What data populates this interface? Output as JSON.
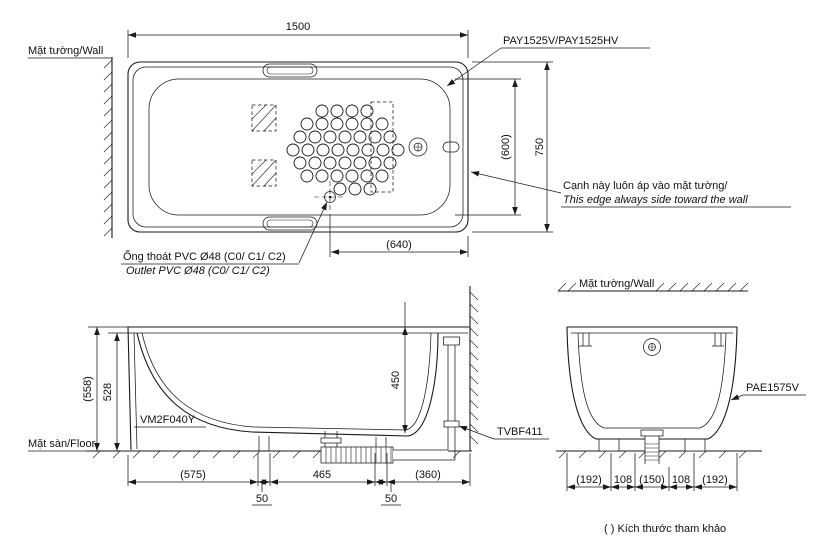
{
  "top_view": {
    "wall_label": "Mặt tường/Wall",
    "model_label": "PAY1525V/PAY1525HV",
    "dim_width": "1500",
    "dim_height_outer": "750",
    "dim_height_inner": "(600)",
    "dim_drain_to_edge": "(640)",
    "edge_note_vi": "Cạnh này luôn áp vào mặt tường/",
    "edge_note_en": "This edge always side toward the wall",
    "outlet_note_vi": "Ống thoát PVC Ø48 (C0/ C1/ C2)",
    "outlet_note_en": "Outlet PVC Ø48 (C0/ C1/ C2)"
  },
  "side_view": {
    "floor_label": "Mặt sàn/Floor",
    "dim_total_height": "(558)",
    "dim_rim_height": "528",
    "dim_depth": "450",
    "apron_label": "VM2F040Y",
    "waste_label": "TVBF411",
    "bottom_dims": [
      "(575)",
      "50",
      "465",
      "50",
      "(360)"
    ]
  },
  "end_view": {
    "wall_label": "Mặt tường/Wall",
    "model_label": "PAE1575V",
    "bottom_dims": [
      "(192)",
      "108",
      "(150)",
      "108",
      "(192)"
    ]
  },
  "footnote": "(  ) Kích thước tham khảo"
}
